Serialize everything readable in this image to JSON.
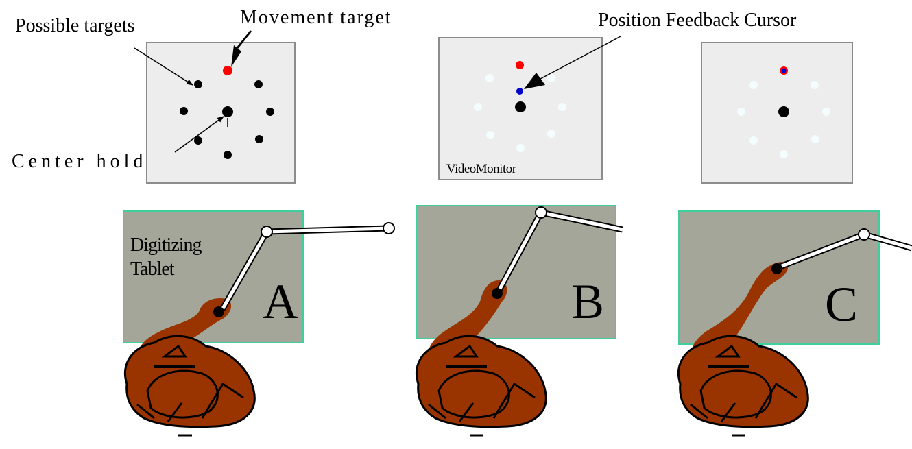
{
  "labels": {
    "possible_targets": "Possible targets",
    "movement_target": "Movement target",
    "position_feedback_cursor": "Position Feedback Cursor",
    "center_hold": "Center hold",
    "video_monitor": "VideoMonitor",
    "digitizing_line1": "Digitizing",
    "digitizing_line2": "Tablet"
  },
  "panels": [
    {
      "letter": "A"
    },
    {
      "letter": "B"
    },
    {
      "letter": "C"
    }
  ],
  "colors": {
    "monitor_fill": "#ededed",
    "monitor_border": "#8c8c8c",
    "tablet_fill": "#a3a698",
    "tablet_border": "#3ecf9a",
    "arm_fill": "#993300",
    "movement_target": "#ff0000",
    "cursor": "#0000cc",
    "target_black": "#000000",
    "faded_target": "#f4fdfd"
  }
}
